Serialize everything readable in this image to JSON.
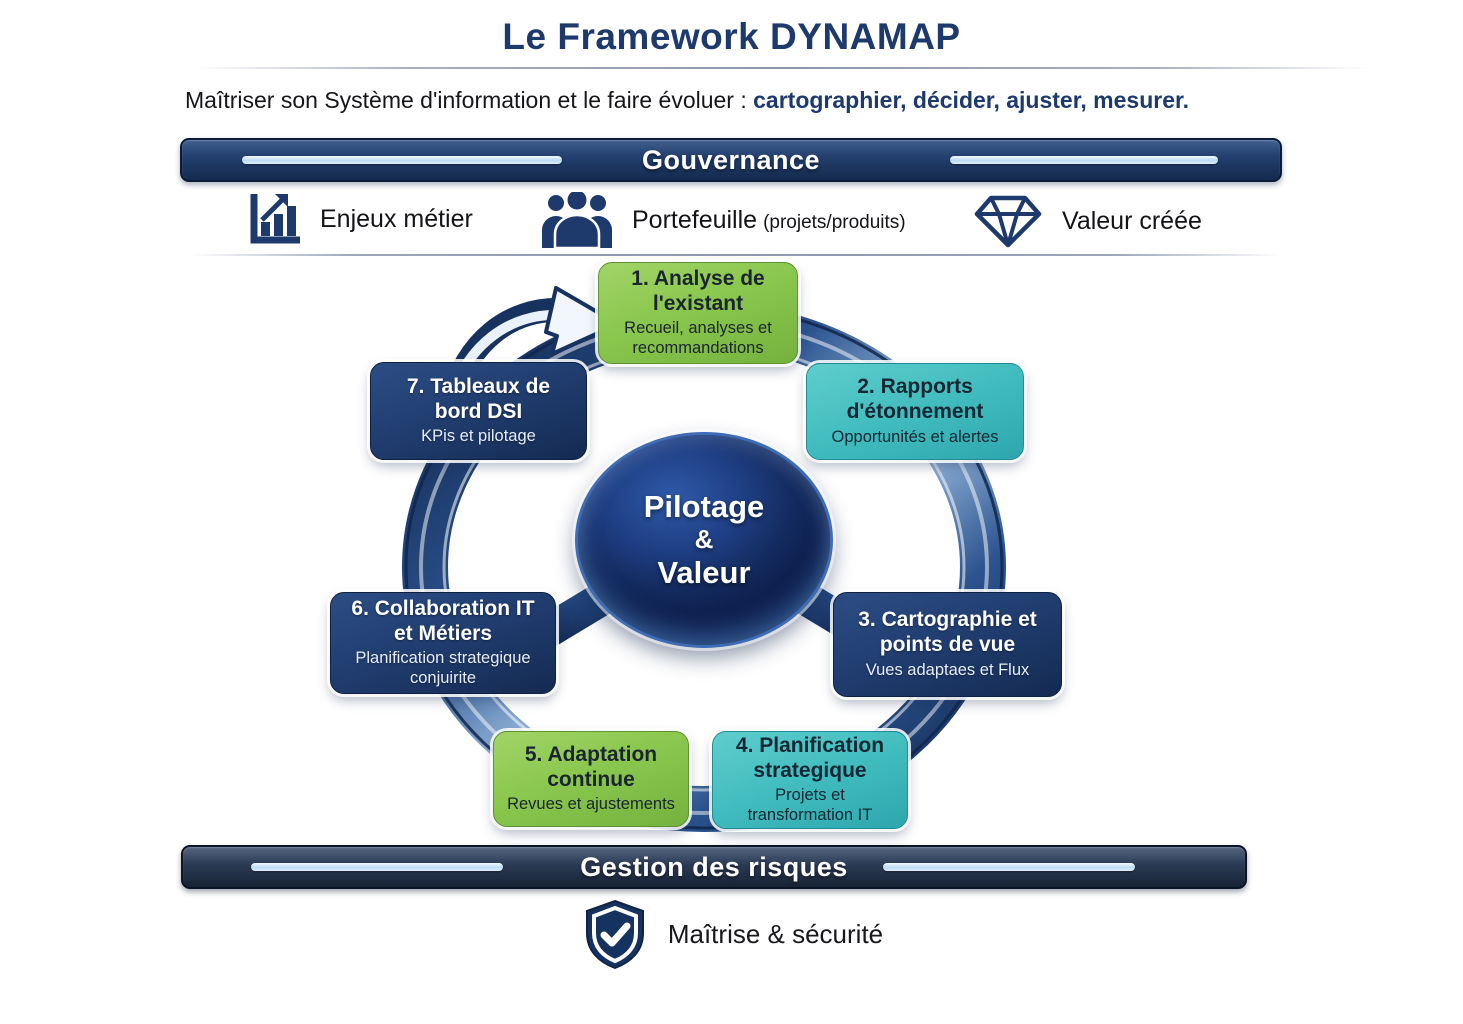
{
  "title": "Le Framework DYNAMAP",
  "subtitle": {
    "normal": "Maîtriser son Système d'information et le faire évoluer : ",
    "bold": "cartographier, décider, ajuster, mesurer."
  },
  "governance": {
    "bar_label": "Gouvernance",
    "legend": [
      {
        "icon": "bar-chart-growth-icon",
        "label": "Enjeux métier",
        "sublabel": ""
      },
      {
        "icon": "people-group-icon",
        "label": "Portefeuille",
        "sublabel": "(projets/produits)"
      },
      {
        "icon": "diamond-icon",
        "label": "Valeur créée",
        "sublabel": ""
      }
    ]
  },
  "center": {
    "line1": "Pilotage",
    "line2": "&",
    "line3": "Valeur"
  },
  "steps": [
    {
      "title": "1. Analyse de l'existant",
      "subtitle": "Recueil, analyses et recommandations",
      "color": "green"
    },
    {
      "title": "2. Rapports d'étonnement",
      "subtitle": "Opportunités et alertes",
      "color": "teal"
    },
    {
      "title": "3. Cartographie et points de vue",
      "subtitle": "Vues adaptaes et Flux",
      "color": "navy"
    },
    {
      "title": "4. Planification strategique",
      "subtitle": "Projets et transformation IT",
      "color": "teal"
    },
    {
      "title": "5. Adaptation continue",
      "subtitle": "Revues et ajustements",
      "color": "green"
    },
    {
      "title": "6. Collaboration IT et Métiers",
      "subtitle": "Planification strategique conjuirite",
      "color": "navy"
    },
    {
      "title": "7. Tableaux de bord DSI",
      "subtitle": "KPis et pilotage",
      "color": "navy"
    }
  ],
  "risk": {
    "bar_label": "Gestion des risques",
    "footer": {
      "icon": "shield-check-icon",
      "label": "Maîtrise & sécurité"
    }
  },
  "colors": {
    "navy": "#1e3a6d",
    "green": "#86c13f",
    "teal": "#3fb8bf",
    "governance_bar": "#1f3a66",
    "risk_bar": "#2b3a54",
    "stripe_blue": "#bcdcf4",
    "text_dark": "#16161a"
  }
}
